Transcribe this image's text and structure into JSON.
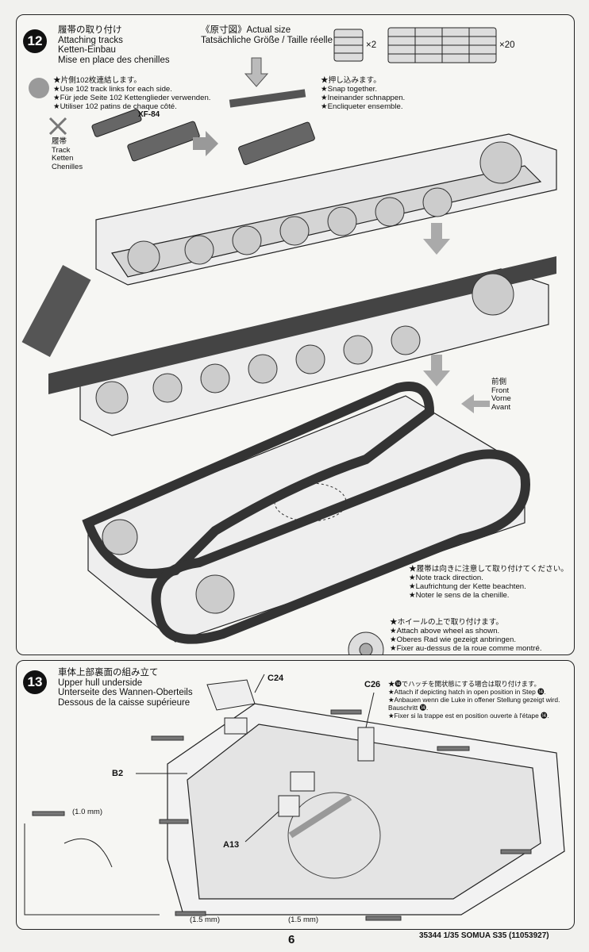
{
  "step12": {
    "number": "12",
    "title_ja": "履帯の取り付け",
    "title_en": "Attaching tracks",
    "title_de": "Ketten-Einbau",
    "title_fr": "Mise en place des chenilles",
    "actual_size_ja": "《原寸図》Actual size",
    "actual_size_other": "Tatsächliche Größe / Taille réelle",
    "count_small": "×2",
    "count_large": "×20",
    "notes_links": [
      "★片側102枚連結します。",
      "★Use 102 track links for each side.",
      "★Für jede Seite 102 Kettenglieder verwenden.",
      "★Utiliser 102 patins de chaque côté."
    ],
    "notes_snap": [
      "★押し込みます。",
      "★Snap together.",
      "★Ineinander schnappen.",
      "★Encliqueter ensemble."
    ],
    "paint_code": "XF-84",
    "track_label": [
      "履帯",
      "Track",
      "Ketten",
      "Chenilles"
    ],
    "front_label": [
      "前側",
      "Front",
      "Vorne",
      "Avant"
    ],
    "notes_direction": [
      "★履帯は向きに注意して取り付けてください。",
      "★Note track direction.",
      "★Laufrichtung der Kette beachten.",
      "★Noter le sens de la chenille."
    ],
    "notes_wheel": [
      "★ホイールの上で取り付けます。",
      "★Attach above wheel as shown.",
      "★Oberes Rad wie gezeigt anbringen.",
      "★Fixer au-dessus de la roue comme montré."
    ]
  },
  "step13": {
    "number": "13",
    "title_ja": "車体上部裏面の組み立て",
    "title_en": "Upper hull underside",
    "title_de": "Unterseite des Wannen-Oberteils",
    "title_fr": "Dessous de la caisse supérieure",
    "part_c24": "C24",
    "part_c26": "C26",
    "part_b2": "B2",
    "part_a13": "A13",
    "notes_hatch": [
      "★⓮でハッチを開状態にする場合は取り付けます。",
      "★Attach if depicting hatch in open position in Step ⓮.",
      "★Anbauen wenn die Luke in offener Stellung gezeigt wird.",
      "Bauschritt ⓮.",
      "★Fixer si la trappe est en position ouverte à l'étape ⓮."
    ],
    "drill_1": "(1.0 mm)",
    "drill_2": "(1.5 mm)",
    "drill_3": "(1.5 mm)"
  },
  "footer": {
    "page": "6",
    "catalog": "35344  1/35 SOMUA S35 (11053927)"
  }
}
